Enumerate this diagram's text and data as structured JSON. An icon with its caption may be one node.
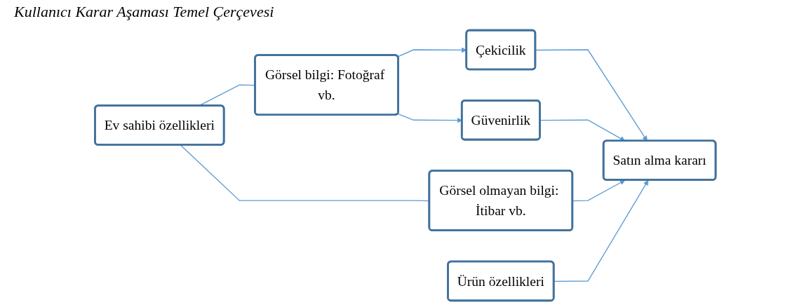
{
  "diagram": {
    "title": "Kullanıcı Karar Aşaması Temel Çerçevesi",
    "nodes": [
      {
        "text": [
          "Ev sahibi özellikleri"
        ]
      },
      {
        "text": [
          "Görsel bilgi: Fotoğraf vb."
        ]
      },
      {
        "text": [
          "Görsel olmayan bilgi: İtibar vb."
        ]
      },
      {
        "text": [
          "Ürün özellikleri"
        ]
      },
      {
        "text": [
          "Çekicilik"
        ]
      },
      {
        "text": [
          "Güvenirlik"
        ]
      },
      {
        "text": [
          "Satın alma kararı"
        ]
      }
    ],
    "edges": [
      {
        "from": 0,
        "to": 1,
        "arrow": "none"
      },
      {
        "from": 0,
        "to": 2,
        "arrow": "none"
      },
      {
        "from": 1,
        "to": 4,
        "arrow": "to"
      },
      {
        "from": 1,
        "to": 5,
        "arrow": "to"
      },
      {
        "from": 4,
        "to": 6,
        "arrow": "to"
      },
      {
        "from": 5,
        "to": 6,
        "arrow": "to"
      },
      {
        "from": 2,
        "to": 6,
        "arrow": "to"
      },
      {
        "from": 3,
        "to": 6,
        "arrow": "to"
      }
    ]
  }
}
